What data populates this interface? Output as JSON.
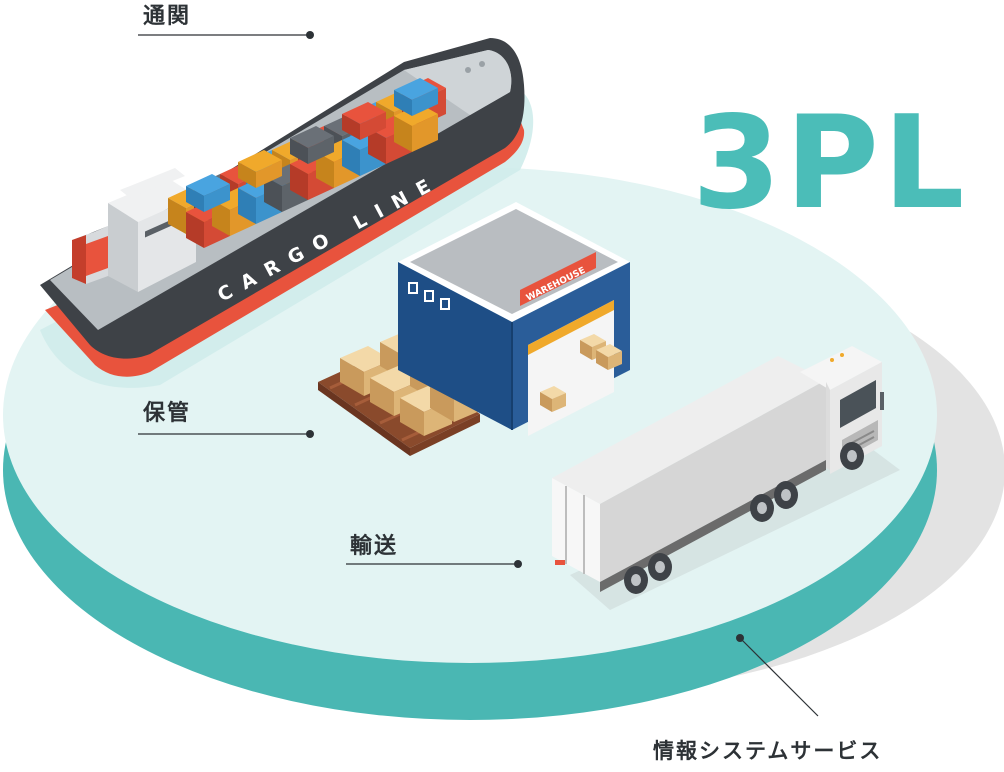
{
  "title": "3PL",
  "labels": {
    "customs": "通関",
    "storage": "保管",
    "transport": "輸送",
    "info_system": "情報システムサービス"
  },
  "ship": {
    "hull_text": "CARGO LINE"
  },
  "warehouse": {
    "sign_text": "WAREHOUSE"
  },
  "colors": {
    "teal_accent": "#4bbdb8",
    "platform_top": "#e3f4f3",
    "platform_side": "#4ab7b3",
    "shadow": "#e3e3e3",
    "hull_dark": "#3e4247",
    "hull_red": "#e8533d",
    "warehouse_blue": "#1e4e86",
    "warehouse_sign": "#e8533d",
    "truck_body": "#dcdcdc",
    "label_text": "#2d3236"
  }
}
